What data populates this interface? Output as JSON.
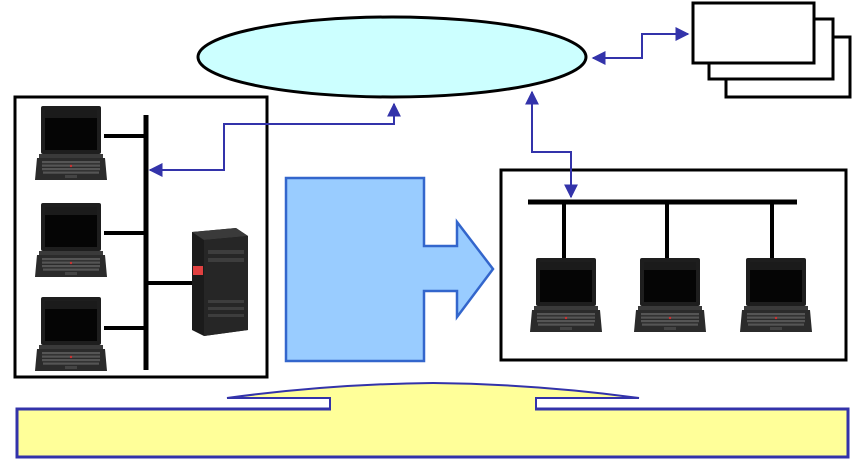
{
  "diagram": {
    "network_cloud": {
      "label": "",
      "fill": "#CCFFFF",
      "stroke": "#000000"
    },
    "documents": {
      "label": "",
      "count": 3
    },
    "left_site": {
      "title": "",
      "laptops": 3,
      "has_server": true
    },
    "right_site": {
      "title": "",
      "laptops": 3
    },
    "migration_arrow": {
      "label": "",
      "fill": "#99CCFF",
      "stroke": "#3366CC"
    },
    "callout": {
      "text": "",
      "fill": "#FFFF99",
      "stroke": "#3333AA"
    },
    "colors": {
      "connector": "#3333AA",
      "box_border": "#000000",
      "server_brand_led": "#E04040"
    }
  }
}
